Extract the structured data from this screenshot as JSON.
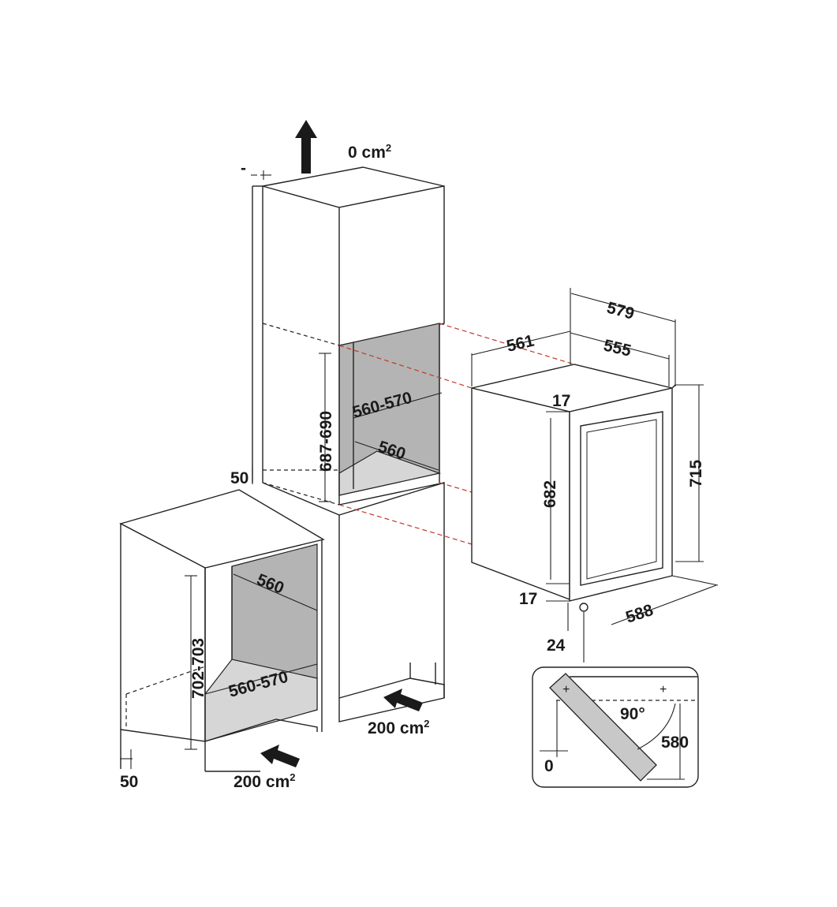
{
  "labels": {
    "vent_top": "0",
    "vent_top_unit": "cm",
    "vent_top_sup": "2",
    "minus_mark": "-",
    "tall_gap": "50",
    "tall_height": "687-690",
    "tall_depth": "560-570",
    "tall_width": "560",
    "base_width": "560",
    "base_height": "702-703",
    "base_depth": "560-570",
    "base_gap": "50",
    "vent_bottom_left": "200",
    "vent_bottom_left_unit": "cm",
    "vent_bottom_left_sup": "2",
    "vent_bottom_right": "200",
    "vent_bottom_right_unit": "cm",
    "vent_bottom_right_sup": "2",
    "appliance_width_579": "579",
    "appliance_width_561": "561",
    "appliance_width_555": "555",
    "appliance_height_715": "715",
    "door_top_17": "17",
    "door_height_682": "682",
    "door_bottom_17": "17",
    "appliance_depth_588": "588",
    "hinge_offset_24": "24",
    "door_angle": "90°",
    "door_swing_580": "580",
    "door_clearance_0": "0"
  },
  "colors": {
    "line": "#222222",
    "niche_fill": "#b4b4b4",
    "floor_fill": "#d6d6d6",
    "alignment_dash": "#c0392b"
  },
  "icons": [
    "arrow-up-icon",
    "arrow-right-icon"
  ]
}
